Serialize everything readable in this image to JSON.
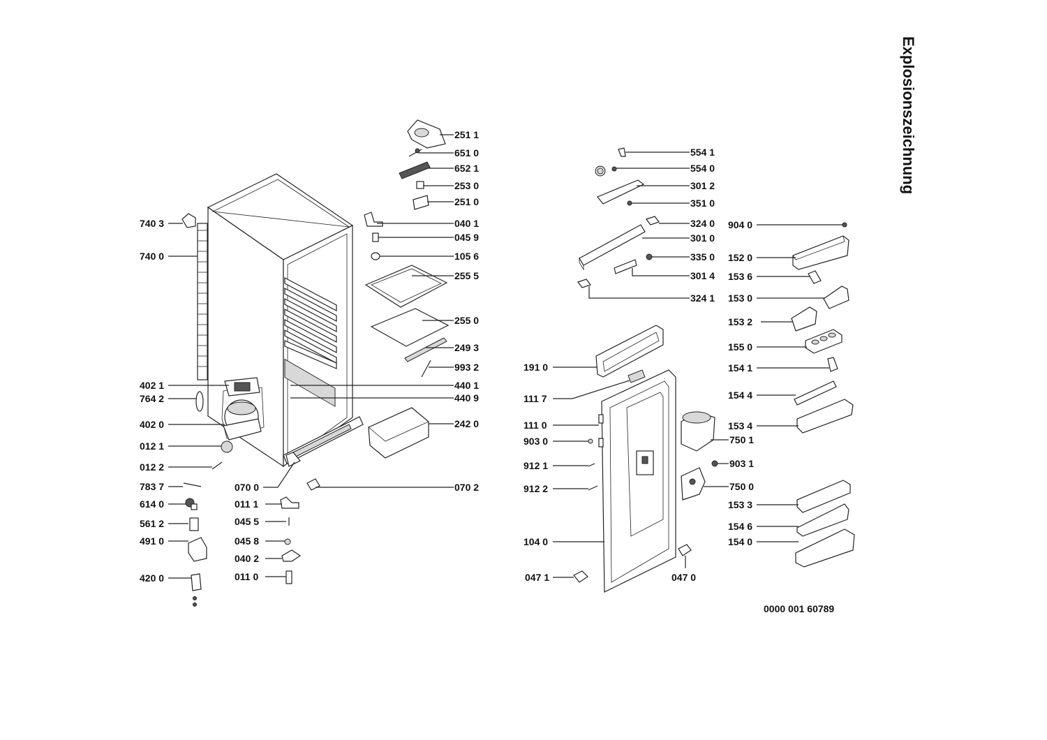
{
  "title": "Explosionszeichnung",
  "document_number": "0000 001 60789",
  "part_labels": {
    "p2511": "251 1",
    "p6510": "651 0",
    "p6521": "652 1",
    "p2530": "253 0",
    "p2510": "251 0",
    "p0401": "040 1",
    "p0459": "045 9",
    "p1056": "105 6",
    "p2555": "255 5",
    "p2550": "255 0",
    "p2493": "249 3",
    "p9932": "993 2",
    "p4401": "440 1",
    "p4409": "440 9",
    "p2420": "242 0",
    "p0702": "070 2",
    "p7403": "740 3",
    "p7400": "740 0",
    "p4021": "402 1",
    "p7642": "764 2",
    "p4020": "402 0",
    "p0121": "012 1",
    "p0122": "012 2",
    "p7837": "783 7",
    "p6140": "614 0",
    "p5612": "561 2",
    "p4910": "491 0",
    "p4200": "420 0",
    "p0700": "070 0",
    "p0111": "011 1",
    "p0455": "045 5",
    "p0458": "045 8",
    "p0402": "040 2",
    "p0110": "011 0",
    "p5541": "554 1",
    "p5540": "554 0",
    "p3012": "301 2",
    "p3510": "351 0",
    "p3240": "324 0",
    "p3010": "301 0",
    "p3350": "335 0",
    "p3014": "301 4",
    "p3241": "324 1",
    "p1910": "191 0",
    "p1117": "111 7",
    "p1110": "111 0",
    "p9030": "903 0",
    "p9121": "912 1",
    "p9122": "912 2",
    "p1040": "104 0",
    "p0471": "047 1",
    "p0470": "047 0",
    "p7501": "750 1",
    "p9031": "903 1",
    "p7500": "750 0",
    "p9040": "904 0",
    "p1520": "152 0",
    "p1536": "153 6",
    "p1530": "153 0",
    "p1532": "153 2",
    "p1550": "155 0",
    "p1541": "154 1",
    "p1544": "154 4",
    "p1534": "153 4",
    "p1533": "153 3",
    "p1546": "154 6",
    "p1540": "154 0"
  }
}
